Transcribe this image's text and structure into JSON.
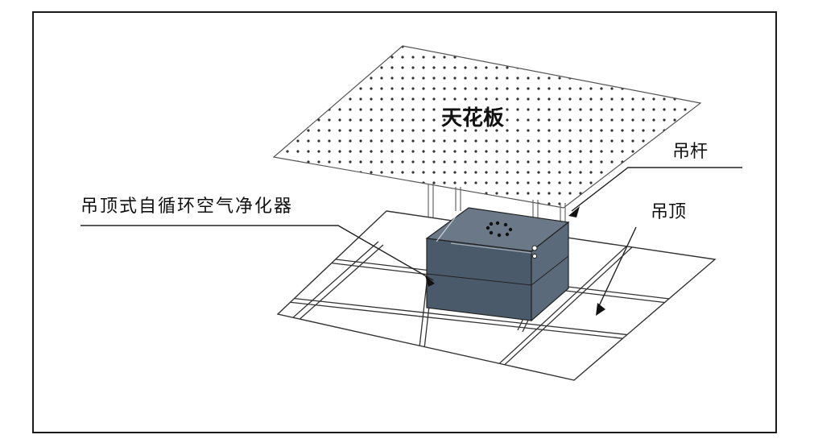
{
  "labels": {
    "ceiling_board": "天花板",
    "hanging_rod": "吊杆",
    "purifier": "吊顶式自循环空气净化器",
    "suspended_ceiling": "吊顶"
  },
  "colors": {
    "box_front": "#4a5a6a",
    "box_side": "#5a6a7a",
    "box_top": "#6a7888",
    "line": "#333333",
    "dot": "#333333"
  }
}
